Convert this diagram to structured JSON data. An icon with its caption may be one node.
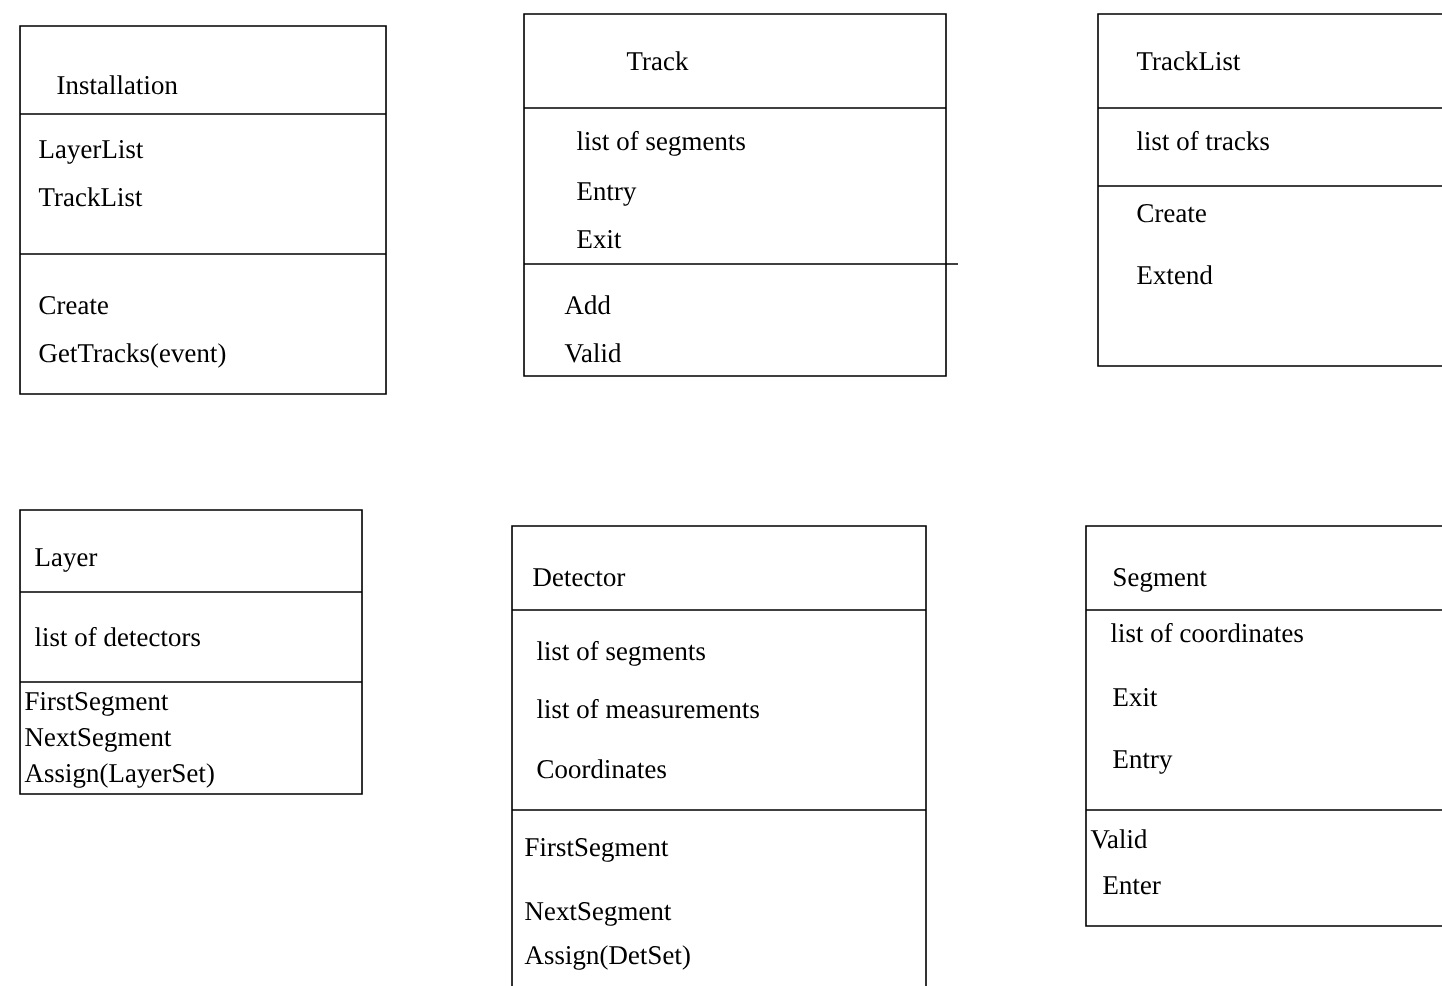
{
  "diagram": {
    "nodes": [
      {
        "text": [
          "Installation",
          "LayerList",
          "TrackList",
          "Create",
          "GetTracks(event)"
        ]
      },
      {
        "text": [
          "Track",
          "list of segments",
          "Entry",
          "Exit",
          "Add",
          "Valid"
        ]
      },
      {
        "text": [
          "TrackList",
          "list of tracks",
          "Create",
          "Extend"
        ]
      },
      {
        "text": [
          "Layer",
          "list of detectors",
          "FirstSegment",
          "NextSegment",
          "Assign(LayerSet)"
        ]
      },
      {
        "text": [
          "Detector",
          "list of segments",
          "list of measurements",
          "Coordinates",
          "FirstSegment",
          "NextSegment",
          "Assign(DetSet)"
        ]
      },
      {
        "text": [
          "Segment",
          "list of coordinates",
          "Exit",
          "Entry",
          "Valid",
          "Enter"
        ]
      }
    ]
  }
}
